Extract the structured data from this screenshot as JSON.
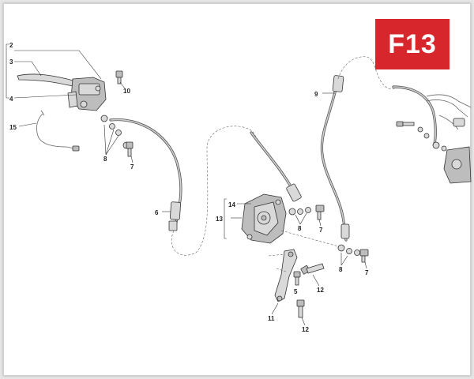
{
  "badge": {
    "code": "F13",
    "color": "#d7262c"
  },
  "labels": {
    "l2": "2",
    "l3": "3",
    "l4": "4",
    "l10": "10",
    "l15": "15",
    "l8a": "8",
    "l7a": "7",
    "l6": "6",
    "l14": "14",
    "l13": "13",
    "l8b": "8",
    "l7b": "7",
    "l9": "9",
    "l8c": "8",
    "l7c": "7",
    "l12a": "12",
    "l5": "5",
    "l11": "11",
    "l12b": "12"
  }
}
